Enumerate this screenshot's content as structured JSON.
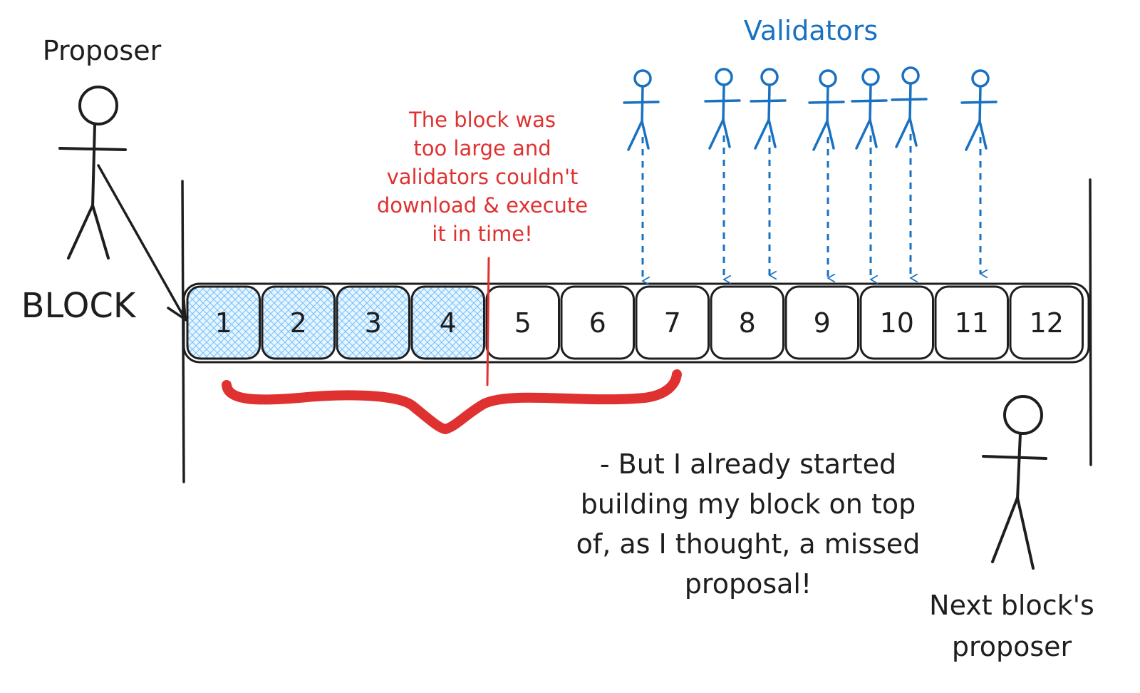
{
  "labels": {
    "proposer": "Proposer",
    "block": "BLOCK",
    "validators": "Validators",
    "warning_lines": [
      "The block was",
      "too large and",
      "validators couldn't",
      "download & execute",
      "it in time!"
    ],
    "quote_lines": [
      "- But I already started",
      "building my block on top",
      "of, as I thought, a missed",
      "proposal!"
    ],
    "next_proposer_lines": [
      "Next block's",
      "proposer"
    ]
  },
  "slots": [
    "1",
    "2",
    "3",
    "4",
    "5",
    "6",
    "7",
    "8",
    "9",
    "10",
    "11",
    "12"
  ],
  "highlighted_slots": 4,
  "validator_count": 7,
  "colors": {
    "ink": "#1e1e1e",
    "validator_blue": "#1971c2",
    "hatch_blue": "#a5d8ff",
    "warning_red": "#e03131"
  }
}
